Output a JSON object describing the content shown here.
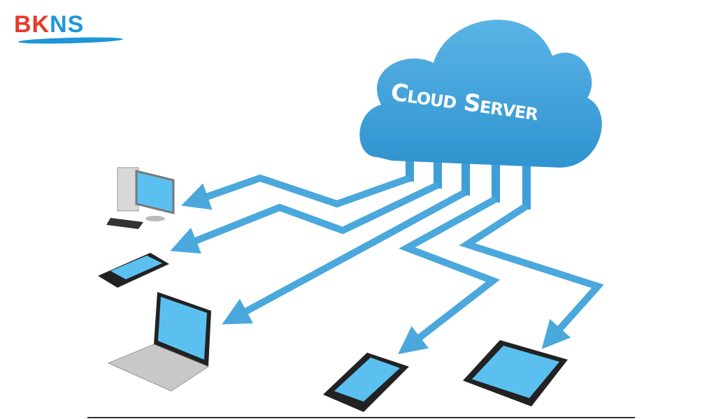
{
  "logo": {
    "part_red": "BK",
    "part_blue": "NS"
  },
  "cloud": {
    "label": "Cloud Server"
  },
  "colors": {
    "cloud": "#3fa2d8",
    "arrow": "#4aa8dc",
    "screen": "#5bc0f0",
    "logo_red": "#e63a2b",
    "logo_blue": "#1e96d8"
  },
  "devices": [
    "desktop-computer",
    "smartphone",
    "laptop",
    "smartphone",
    "tablet"
  ]
}
